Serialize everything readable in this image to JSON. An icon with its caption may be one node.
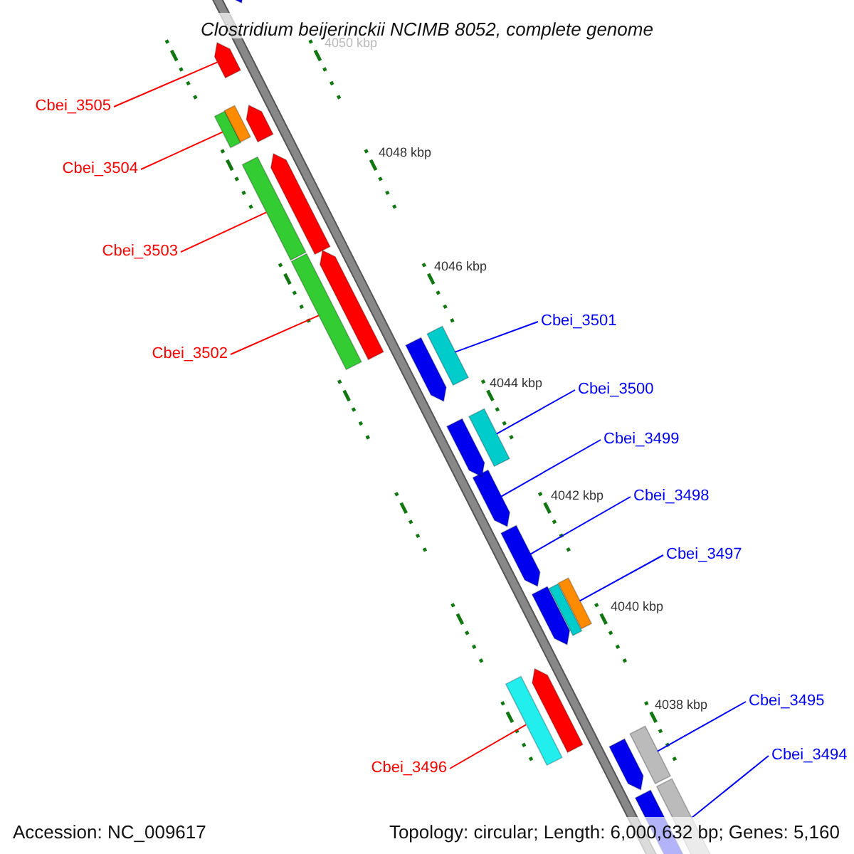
{
  "diagram": {
    "title": "Clostridium beijerinckii NCIMB 8052, complete genome",
    "nodes": [
      {
        "text": [
          "Cbei_3505"
        ]
      },
      {
        "text": [
          "Cbei_3504"
        ]
      },
      {
        "text": [
          "Cbei_3503"
        ]
      },
      {
        "text": [
          "Cbei_3502"
        ]
      },
      {
        "text": [
          "Cbei_3501"
        ]
      },
      {
        "text": [
          "Cbei_3500"
        ]
      },
      {
        "text": [
          "Cbei_3499"
        ]
      },
      {
        "text": [
          "Cbei_3498"
        ]
      },
      {
        "text": [
          "Cbei_3497"
        ]
      },
      {
        "text": [
          "Cbei_3496"
        ]
      },
      {
        "text": [
          "Cbei_3495"
        ]
      },
      {
        "text": [
          "Cbei_3494"
        ]
      },
      {
        "text": [],
        "shape": "bar"
      },
      {
        "text": [],
        "shape": "bar"
      },
      {
        "text": [],
        "shape": "bar"
      },
      {
        "text": [],
        "shape": "bar"
      },
      {
        "text": [],
        "shape": "bar"
      },
      {
        "text": [],
        "shape": "bar"
      },
      {
        "text": [],
        "shape": "bar"
      },
      {
        "text": [],
        "shape": "bar"
      },
      {
        "text": [],
        "shape": "bar"
      },
      {
        "text": [],
        "shape": "bar"
      },
      {
        "text": [],
        "shape": "bar"
      },
      {
        "text": [],
        "shape": "bar"
      },
      {
        "text": [],
        "shape": "bar"
      },
      {
        "text": [],
        "shape": "bar"
      },
      {
        "text": [],
        "shape": "bar"
      },
      {
        "text": [],
        "shape": "bar"
      },
      {
        "text": [],
        "shape": "bar"
      },
      {
        "text": [],
        "shape": "bar"
      },
      {
        "text": [],
        "shape": "bar"
      },
      {
        "text": [],
        "shape": "bar"
      },
      {
        "text": [],
        "shape": "bar"
      },
      {
        "text": [],
        "shape": "bar"
      },
      {
        "text": [],
        "shape": "bar"
      },
      {
        "text": [],
        "shape": "bar"
      }
    ],
    "edges": [
      {
        "from": 0,
        "to": 12,
        "arrow": "none",
        "color": "#ff0000"
      },
      {
        "from": 1,
        "to": 13,
        "arrow": "none",
        "color": "#ff0000"
      },
      {
        "from": 2,
        "to": 14,
        "arrow": "none",
        "color": "#ff0000"
      },
      {
        "from": 3,
        "to": 15,
        "arrow": "none",
        "color": "#ff0000"
      },
      {
        "from": 4,
        "to": 16,
        "arrow": "none"
      },
      {
        "from": 5,
        "to": 17,
        "arrow": "none"
      },
      {
        "from": 6,
        "to": 18,
        "arrow": "none"
      },
      {
        "from": 7,
        "to": 19,
        "arrow": "none"
      },
      {
        "from": 8,
        "to": 20,
        "arrow": "none"
      },
      {
        "from": 9,
        "to": 21,
        "arrow": "none",
        "color": "#ff0000"
      },
      {
        "from": 10,
        "to": 22,
        "arrow": "none"
      },
      {
        "from": 11,
        "to": 23,
        "arrow": "none"
      }
    ],
    "labels": [
      "4050 kbp",
      "4048 kbp",
      "4046 kbp",
      "4044 kbp",
      "4042 kbp",
      "4040 kbp",
      "4038 kbp",
      "Accession: NC_009617",
      "Topology: circular; Length: 6,000,632 bp; Genes: 5,160"
    ]
  }
}
